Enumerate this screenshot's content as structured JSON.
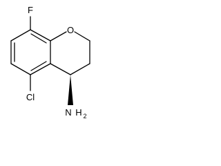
{
  "molecule": {
    "atoms": {
      "F": "F",
      "O": "O",
      "Cl": "Cl",
      "N": "N",
      "H": "H",
      "H_count": "2"
    },
    "stereo": {
      "c4_to_n": "wedge"
    }
  }
}
